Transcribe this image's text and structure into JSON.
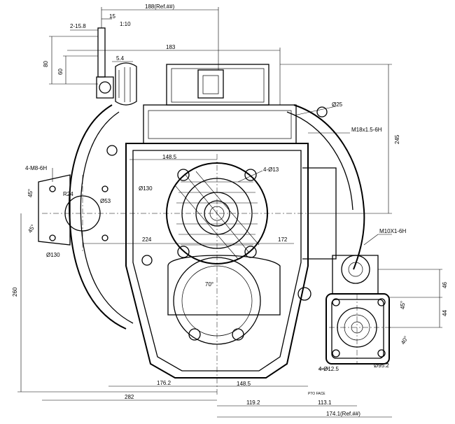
{
  "drawing": {
    "type": "gearbox outline drawing",
    "dimensions": {
      "width_total_top": "188(Ref.##)",
      "offset_15": "15",
      "taper": "1:10",
      "lever_range": "2-15.8",
      "dim_183": "183",
      "dim_5_4": "5.4",
      "height_80": "80",
      "height_60": "60",
      "dia_25": "Ø25",
      "thread_m18": "M18x1.5-6H",
      "height_245": "245",
      "holes_m8": "4-M8-6H",
      "width_148_5_top": "148.5",
      "holes_13": "4-Ø13",
      "dia_130_center": "Ø130",
      "angle_45_a": "45°",
      "radius_24": "R24",
      "dia_53": "Ø53",
      "angle_45_b": "45°",
      "dia_130_left": "Ø130",
      "dim_224": "224",
      "dim_172": "172",
      "thread_m10": "M10X1-6H",
      "angle_70": "70°",
      "height_46": "46",
      "angle_45_c": "45°",
      "height_44": "44",
      "angle_40": "40°",
      "height_260": "260",
      "holes_12_5": "4-Ø12.5",
      "dia_95_2": "Ø95.2",
      "dim_176_2": "176.2",
      "dim_148_5_bottom": "148.5",
      "pto_face": "PTO FACE",
      "dim_282": "282",
      "dim_119_2": "119.2",
      "dim_113_1": "113.1",
      "dim_174_1": "174.1(Ref.##)"
    }
  }
}
